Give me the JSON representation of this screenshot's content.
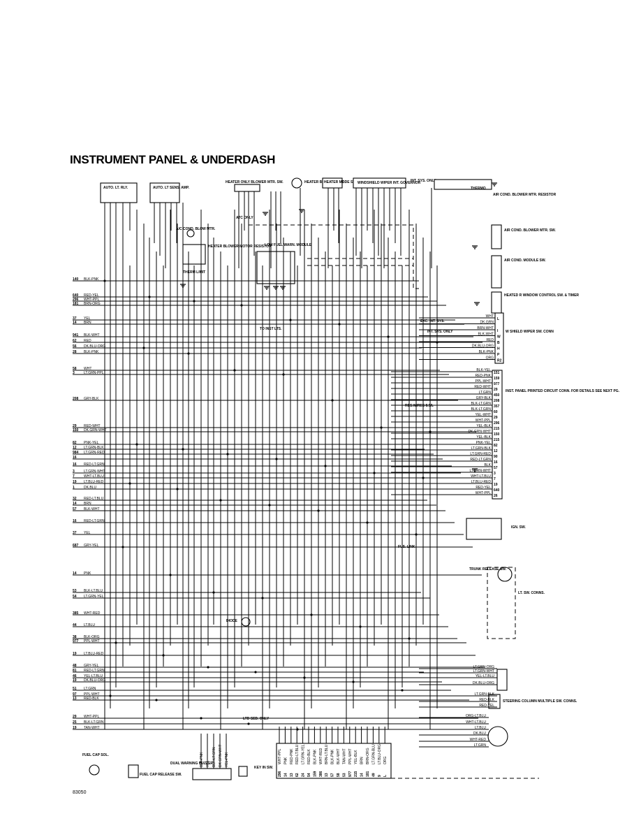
{
  "title": "INSTRUMENT PANEL & UNDERDASH",
  "figure_code": "83050",
  "components": [
    "AUTO. LT. RLY.",
    "AUTO. LT SENS. AMP.",
    "HEATER ONLY BLOWER MTR. SW.",
    "HEATER BLOWER MTR.",
    "HEATER MODE SW.",
    "WINDSHIELD WIPER INT. GOVERNOR",
    "INT. SYS. ONLY",
    "THERMO",
    "AIR COND. BLOWER MTR. RESISTOR",
    "ATC ONLY",
    "A/C COND. BLOW MTR.",
    "HEATER BLOWER MOTOR RESISTOR",
    "LOW FUEL WARN. MODULE",
    "THERM LIMIT",
    "AIR COND. BLOWER MTR. SW.",
    "AIR COND. MODULE SW.",
    "HEATED R WINDOW CONTROL SW. & TIMER",
    "W SHIELD WIPER SW. CONN",
    "INST. PANEL PRINTED CIRCUIT CONN. FOR DETAILS SEE NEXT PG.",
    "IGN. SW.",
    "TRUNK RELEASE SW.",
    "LT. SW. CONNS.",
    "DIODE",
    "STEERING COLUMN MULTIPLE SW. CONNS.",
    "FUEL CAP SOL.",
    "FUEL CAP RELEASE SW.",
    "DUAL WARNING BUZZER",
    "KEY IN SW.",
    "FUS. LINK",
    "TO INST LTS.",
    "LTD SED. ONLY",
    "RES.WIRES 8.9/L",
    "INT. SYS. ONLY",
    "EXC. INT. SYS."
  ],
  "left_circuits": [
    {
      "num": "140",
      "color": "BLK-PNK"
    },
    {
      "num": "640",
      "color": "RED-YEL"
    },
    {
      "num": "296",
      "color": "WHT-PPL"
    },
    {
      "num": "181",
      "color": "BRN-ORG"
    },
    {
      "num": "37",
      "color": "YEL"
    },
    {
      "num": "14",
      "color": "BRN"
    },
    {
      "num": "941",
      "color": "BLK-WHT"
    },
    {
      "num": "62",
      "color": "RED"
    },
    {
      "num": "56",
      "color": "DK.BLU-ORG"
    },
    {
      "num": "28",
      "color": "BLK-PNK"
    },
    {
      "num": "58",
      "color": "WHT"
    },
    {
      "num": "3",
      "color": "LT.GRN-PPL"
    },
    {
      "num": "208",
      "color": "GRY-BLK"
    },
    {
      "num": "29",
      "color": "RED-WHT"
    },
    {
      "num": "150",
      "color": "DK.GRN-WHT"
    },
    {
      "num": "82",
      "color": "PNK-YEL"
    },
    {
      "num": "12",
      "color": "LT.GRN-BLK"
    },
    {
      "num": "984",
      "color": "LT.GRN-RED"
    },
    {
      "num": "16",
      "color": ""
    },
    {
      "num": "16",
      "color": "RED-LT.GRN"
    },
    {
      "num": "3",
      "color": "LT.GRN-WHT"
    },
    {
      "num": "7",
      "color": "WHT-LT.BLU"
    },
    {
      "num": "19",
      "color": "LT.BLU-RED"
    },
    {
      "num": "1",
      "color": "DK.BLU"
    },
    {
      "num": "32",
      "color": "RED-LT.BLU"
    },
    {
      "num": "14",
      "color": "BRN"
    },
    {
      "num": "57",
      "color": "BLK-WHT"
    },
    {
      "num": "16",
      "color": "RED-LT.GRN"
    },
    {
      "num": "37",
      "color": "YEL"
    },
    {
      "num": "687",
      "color": "GRY-YEL"
    },
    {
      "num": "14",
      "color": "PNK"
    },
    {
      "num": "53",
      "color": "BLK-LT.BLU"
    },
    {
      "num": "54",
      "color": "LT.GRN-YEL"
    },
    {
      "num": "385",
      "color": "WHT-RED"
    },
    {
      "num": "44",
      "color": "LT.BLU"
    },
    {
      "num": "38",
      "color": "BLK-ORG"
    },
    {
      "num": "977",
      "color": "PPL-WHT"
    },
    {
      "num": "19",
      "color": "LT.BLU-RED"
    },
    {
      "num": "48",
      "color": "GRY-YEL"
    },
    {
      "num": "81",
      "color": "RED-LT.GRN"
    },
    {
      "num": "46",
      "color": "YEL-LT.BLU"
    },
    {
      "num": "19",
      "color": "DK.BLU-ORG"
    },
    {
      "num": "51",
      "color": "LT.GRN"
    },
    {
      "num": "97",
      "color": "PPL-WHT"
    },
    {
      "num": "13",
      "color": "RED-BLK"
    },
    {
      "num": "29",
      "color": "WHT-PPL"
    },
    {
      "num": "25",
      "color": "BLK-LT.GRN"
    },
    {
      "num": "19",
      "color": "TAN-WHT"
    }
  ],
  "panel_pins": [
    {
      "color": "BLK-YEL",
      "pin": "151"
    },
    {
      "color": "RED-PNK",
      "pin": "159"
    },
    {
      "color": "PPL-WHT",
      "pin": "977"
    },
    {
      "color": "RED-WHT",
      "pin": "29"
    },
    {
      "color": "LT.GRN",
      "pin": "450"
    },
    {
      "color": "GRY-BLK",
      "pin": "208"
    },
    {
      "color": "BLK-LT.GRN",
      "pin": "357"
    },
    {
      "color": "BLK-LT.GRN",
      "pin": "60"
    },
    {
      "color": "YEL-WHT",
      "pin": "29"
    },
    {
      "color": "WHT-PPL",
      "pin": "296"
    },
    {
      "color": "YEL-BLK",
      "pin": "215"
    },
    {
      "color": "DK.GRN-WHT",
      "pin": "150"
    },
    {
      "color": "YEL-BLK",
      "pin": "215"
    },
    {
      "color": "PNK-YEL",
      "pin": "82"
    },
    {
      "color": "LT.GRN-BLK",
      "pin": "12"
    },
    {
      "color": "LT.GRN-RED",
      "pin": "90"
    },
    {
      "color": "RED-LT.GRN",
      "pin": "16"
    },
    {
      "color": "BLK",
      "pin": "57"
    },
    {
      "color": "LT.GRN-WHT",
      "pin": "3"
    },
    {
      "color": "WHT-LT.BLU",
      "pin": "7"
    },
    {
      "color": "LT.BLU-RED",
      "pin": "19"
    },
    {
      "color": "RED-YEL",
      "pin": "640"
    },
    {
      "color": "WHT-PPL",
      "pin": "26"
    }
  ],
  "wiper_pins": [
    {
      "color": "WHT",
      "pin": "L"
    },
    {
      "color": "DK.GRN",
      "pin": ""
    },
    {
      "color": "BRN-WHT",
      "pin": "I"
    },
    {
      "color": "BLK-WHT",
      "pin": "W"
    },
    {
      "color": "RED",
      "pin": "B"
    },
    {
      "color": "DK.BLU-ORG",
      "pin": "H"
    },
    {
      "color": "BLK-PNK",
      "pin": "P"
    },
    {
      "color": "ORG",
      "pin": "R2"
    }
  ],
  "bottom_wires": [
    "WHT-PPL",
    "PNK",
    "RED-PNK",
    "RED-LT.BLU",
    "LT.GRN-YEL",
    "RED-BLK",
    "BLK-PNK",
    "WHT-RED",
    "BRN-LT.BLU",
    "BLK-PNK",
    "BLK-WHT",
    "TAN-WHT",
    "PPL-WHT",
    "YEL-BLK",
    "BRN",
    "BRN-ORG",
    "LT.GRN-BLU",
    "LT.BLU-ORG",
    "ORG"
  ],
  "bottom_pins": [
    "296",
    "14",
    "13",
    "62",
    "24",
    "54",
    "159",
    "386",
    "13",
    "57",
    "58",
    "53",
    "977",
    "215",
    "14",
    "181",
    "49",
    "9",
    "L"
  ],
  "buzzer_wires": [
    "BLK-PNK",
    "YEL",
    "BLK-LT.GRN",
    "DK.GRN-WHT",
    "YEL-PNK"
  ],
  "steering": [
    {
      "color": "LT.GRN-ORG"
    },
    {
      "color": "LT.GRN-WHT"
    },
    {
      "color": "YEL-LT.BLU"
    },
    {
      "color": "DK.BLU-ORG"
    },
    {
      "color": "LT.GRN-BLK"
    },
    {
      "color": "RED-BLK"
    },
    {
      "color": "RED-YEL"
    },
    {
      "color": "ORG-LT.BLU"
    },
    {
      "color": "WHT-LT.BLU"
    },
    {
      "color": "LT.BLU"
    },
    {
      "color": "DK.BLU"
    },
    {
      "color": "WHT-RED"
    },
    {
      "color": "LT.GRN"
    }
  ]
}
